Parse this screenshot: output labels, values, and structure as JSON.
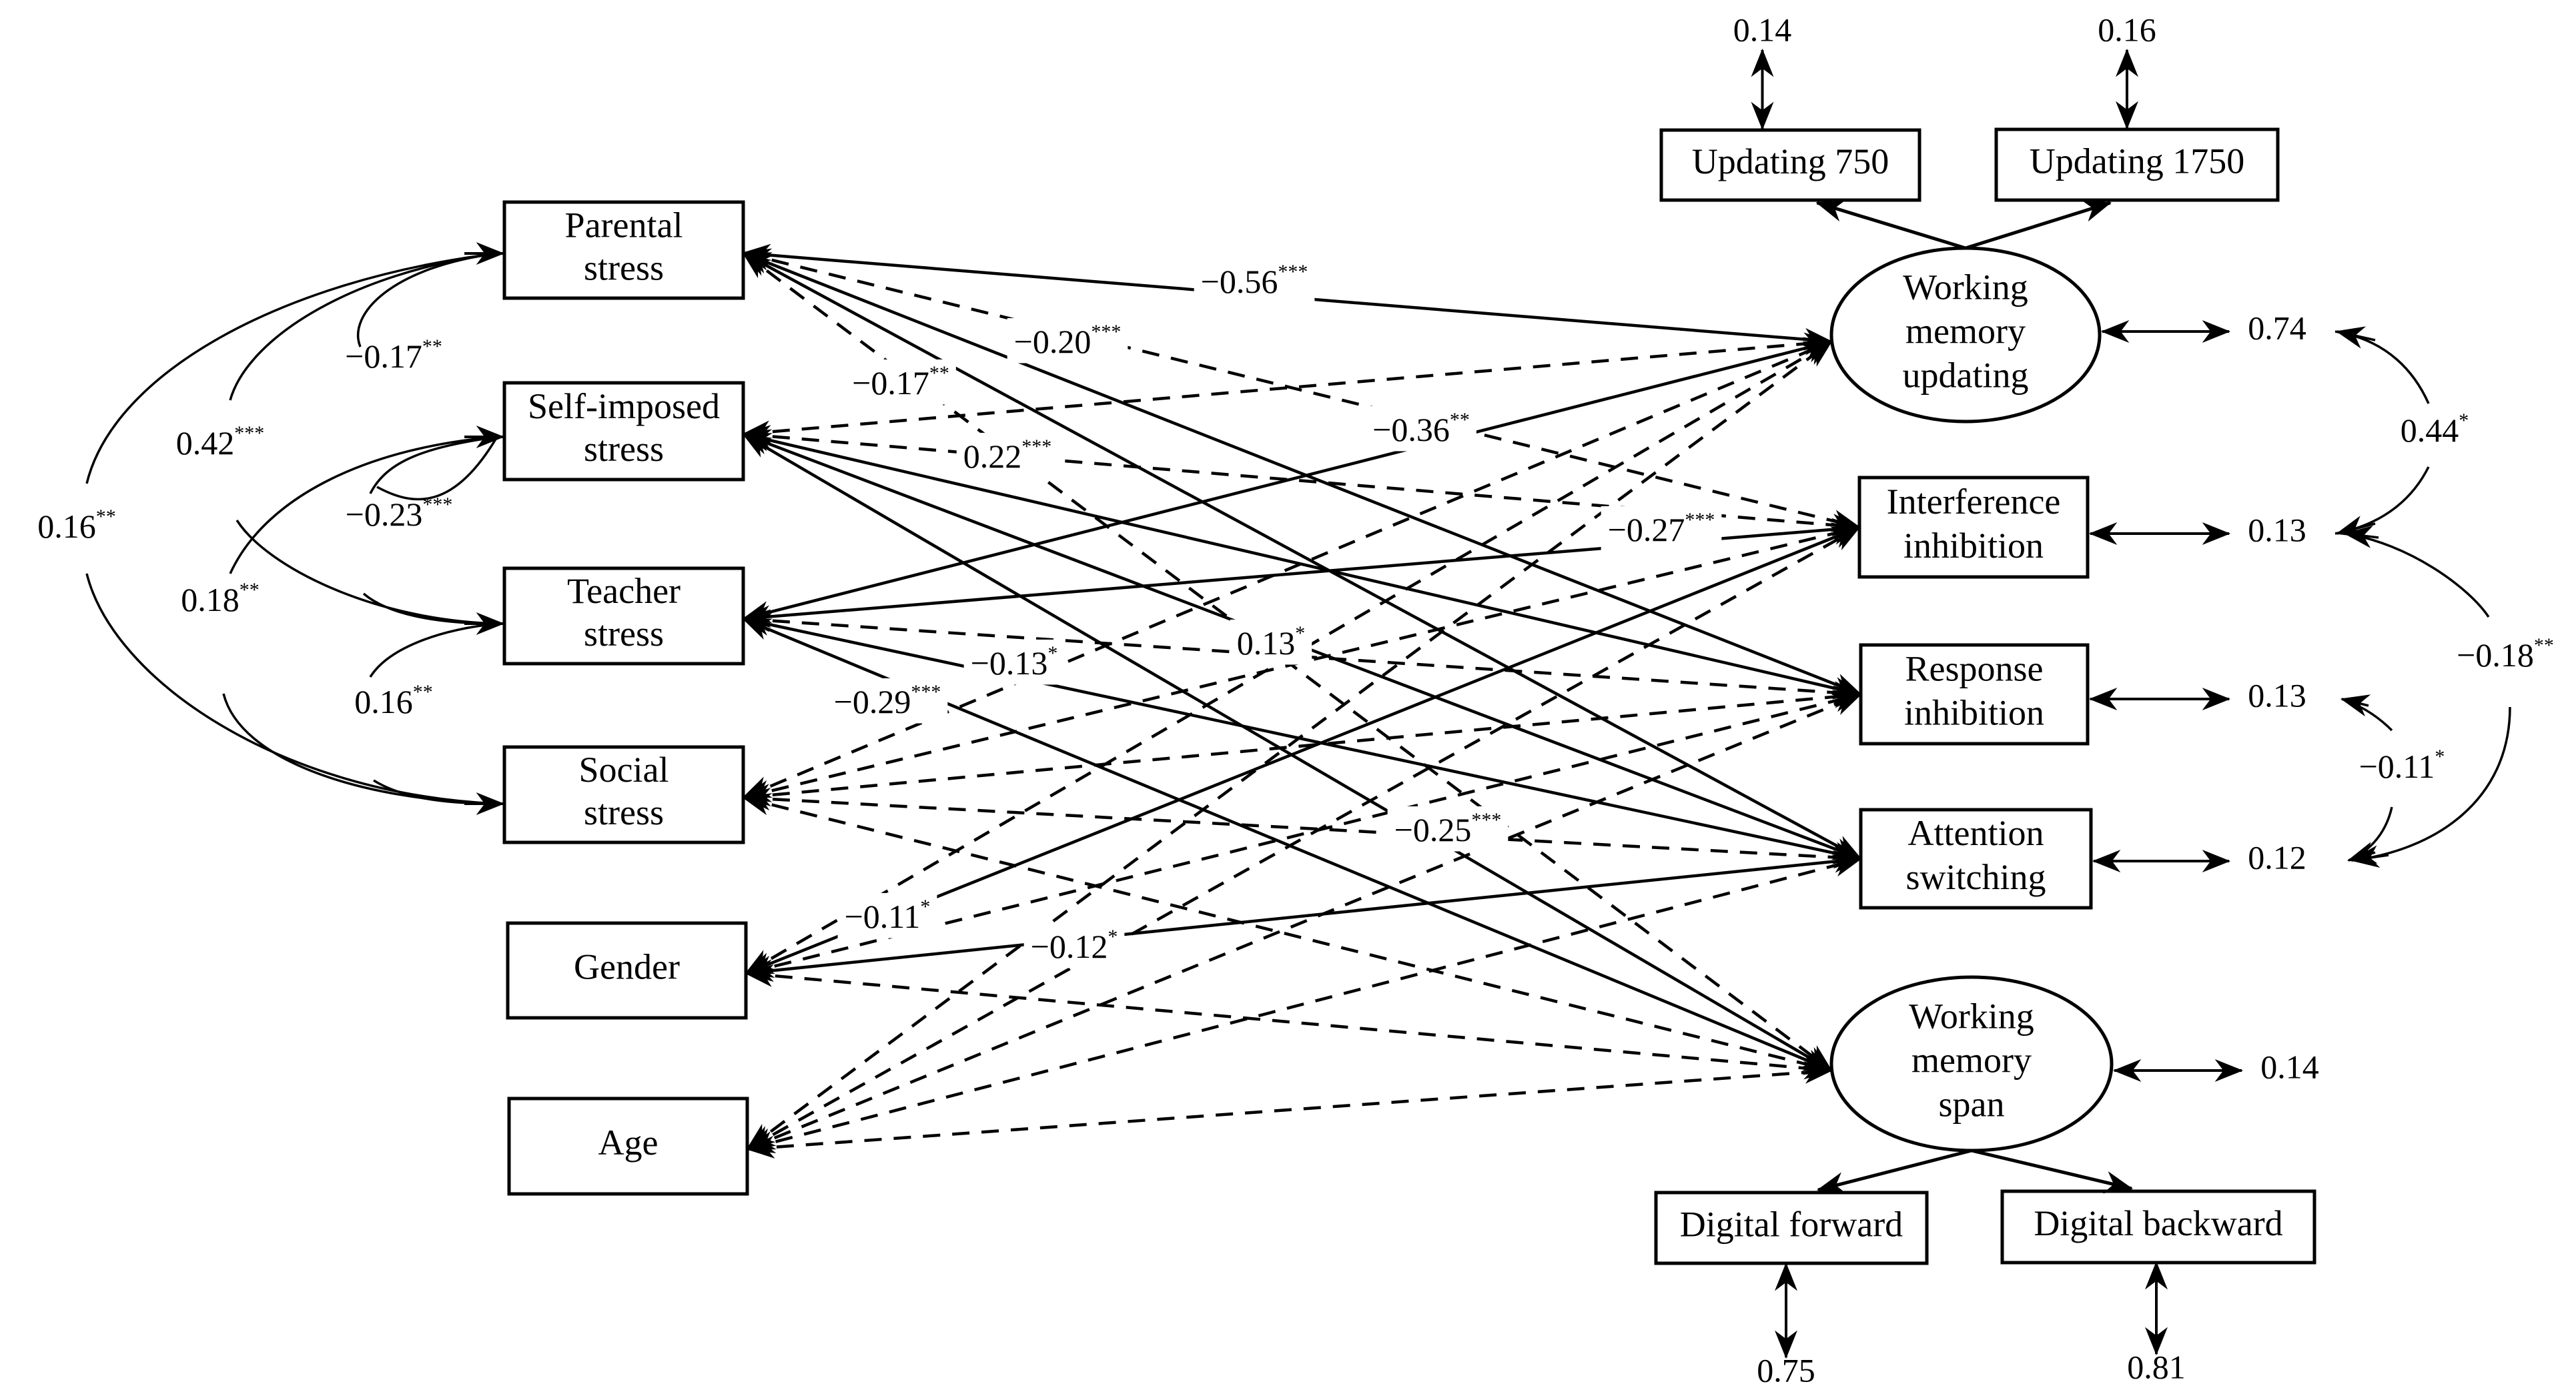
{
  "predictors": [
    {
      "id": "P",
      "lines": [
        "Parental",
        "stress"
      ]
    },
    {
      "id": "S",
      "lines": [
        "Self-imposed",
        "stress"
      ]
    },
    {
      "id": "T",
      "lines": [
        "Teacher",
        "stress"
      ]
    },
    {
      "id": "So",
      "lines": [
        "Social",
        "stress"
      ]
    },
    {
      "id": "G",
      "lines": [
        "Gender"
      ]
    },
    {
      "id": "A",
      "lines": [
        "Age"
      ]
    }
  ],
  "outcomes": [
    {
      "id": "WMU",
      "shape": "ellipse",
      "lines": [
        "Working",
        "memory",
        "updating"
      ],
      "residual": "0.74"
    },
    {
      "id": "II",
      "shape": "box",
      "lines": [
        "Interference",
        "inhibition"
      ],
      "residual": "0.13"
    },
    {
      "id": "RI",
      "shape": "box",
      "lines": [
        "Response",
        "inhibition"
      ],
      "residual": "0.13"
    },
    {
      "id": "AS",
      "shape": "box",
      "lines": [
        "Attention",
        "switching"
      ],
      "residual": "0.12"
    },
    {
      "id": "WMS",
      "shape": "ellipse",
      "lines": [
        "Working",
        "memory",
        "span"
      ],
      "residual": "0.14"
    }
  ],
  "indicators": [
    {
      "id": "U750",
      "label": "Updating 750",
      "factor": "WMU",
      "residual": "0.14"
    },
    {
      "id": "U1750",
      "label": "Updating 1750",
      "factor": "WMU",
      "residual": "0.16"
    },
    {
      "id": "DF",
      "label": "Digital forward",
      "factor": "WMS",
      "residual": "0.75"
    },
    {
      "id": "DB",
      "label": "Digital backward",
      "factor": "WMS",
      "residual": "0.81"
    }
  ],
  "predictor_covariances": [
    {
      "from": "P",
      "to": "S",
      "value": "−0.17",
      "stars": "**"
    },
    {
      "from": "P",
      "to": "T",
      "value": "0.42",
      "stars": "***"
    },
    {
      "from": "P",
      "to": "So",
      "value": "0.16",
      "stars": "**"
    },
    {
      "from": "S",
      "to": "T",
      "value": "−0.23",
      "stars": "***"
    },
    {
      "from": "S",
      "to": "So",
      "value": "0.18",
      "stars": "**"
    },
    {
      "from": "T",
      "to": "So",
      "value": "0.16",
      "stars": "**"
    }
  ],
  "residual_covariances": [
    {
      "from": "WMU",
      "to": "II",
      "value": "0.44",
      "stars": "*"
    },
    {
      "from": "II",
      "to": "AS",
      "value": "−0.18",
      "stars": "**"
    },
    {
      "from": "RI",
      "to": "AS",
      "value": "−0.11",
      "stars": "*"
    }
  ],
  "paths": [
    {
      "from": "P",
      "to": "WMU",
      "style": "solid",
      "value": "−0.56",
      "stars": "***"
    },
    {
      "from": "P",
      "to": "II",
      "style": "dashed"
    },
    {
      "from": "P",
      "to": "RI",
      "style": "solid",
      "value": "−0.20",
      "stars": "***"
    },
    {
      "from": "P",
      "to": "AS",
      "style": "solid",
      "value": "−0.17",
      "stars": "**"
    },
    {
      "from": "P",
      "to": "WMS",
      "style": "dashed"
    },
    {
      "from": "S",
      "to": "WMU",
      "style": "dashed"
    },
    {
      "from": "S",
      "to": "II",
      "style": "dashed"
    },
    {
      "from": "S",
      "to": "RI",
      "style": "solid",
      "value": "0.22",
      "stars": "***"
    },
    {
      "from": "S",
      "to": "AS",
      "style": "solid"
    },
    {
      "from": "S",
      "to": "WMS",
      "style": "solid"
    },
    {
      "from": "T",
      "to": "WMU",
      "style": "solid",
      "value": "−0.36",
      "stars": "**"
    },
    {
      "from": "T",
      "to": "II",
      "style": "solid",
      "value": "−0.27",
      "stars": "***"
    },
    {
      "from": "T",
      "to": "RI",
      "style": "dashed",
      "value": "0.13",
      "stars": "*"
    },
    {
      "from": "T",
      "to": "AS",
      "style": "solid",
      "value": "−0.13",
      "stars": "*"
    },
    {
      "from": "T",
      "to": "WMS",
      "style": "solid",
      "value": "−0.29",
      "stars": "***"
    },
    {
      "from": "So",
      "to": "WMU",
      "style": "dashed"
    },
    {
      "from": "So",
      "to": "II",
      "style": "dashed"
    },
    {
      "from": "So",
      "to": "RI",
      "style": "dashed"
    },
    {
      "from": "So",
      "to": "AS",
      "style": "dashed",
      "value": "−0.25",
      "stars": "***"
    },
    {
      "from": "So",
      "to": "WMS",
      "style": "dashed"
    },
    {
      "from": "G",
      "to": "WMU",
      "style": "dashed"
    },
    {
      "from": "G",
      "to": "II",
      "style": "solid",
      "value": "−0.11",
      "stars": "*"
    },
    {
      "from": "G",
      "to": "RI",
      "style": "dashed"
    },
    {
      "from": "G",
      "to": "AS",
      "style": "solid",
      "value": "−0.12",
      "stars": "*"
    },
    {
      "from": "G",
      "to": "WMS",
      "style": "dashed"
    },
    {
      "from": "A",
      "to": "WMU",
      "style": "dashed"
    },
    {
      "from": "A",
      "to": "II",
      "style": "dashed"
    },
    {
      "from": "A",
      "to": "RI",
      "style": "dashed"
    },
    {
      "from": "A",
      "to": "AS",
      "style": "dashed"
    },
    {
      "from": "A",
      "to": "WMS",
      "style": "dashed"
    }
  ]
}
